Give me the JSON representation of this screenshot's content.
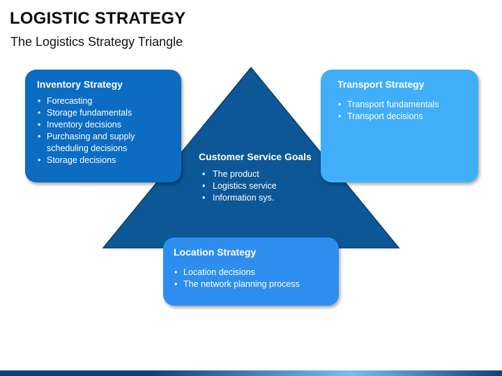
{
  "header": {
    "title": "LOGISTIC STRATEGY",
    "subtitle": "The Logistics Strategy Triangle"
  },
  "diagram": {
    "center": {
      "title": "Customer Service Goals",
      "items": [
        "The product",
        "Logistics service",
        "Information sys."
      ]
    },
    "inventory": {
      "title": "Inventory Strategy",
      "items": [
        "Forecasting",
        "Storage fundamentals",
        "Inventory decisions",
        "Purchasing and supply scheduling decisions",
        "Storage decisions"
      ]
    },
    "transport": {
      "title": "Transport Strategy",
      "items": [
        "Transport fundamentals",
        "Transport decisions"
      ]
    },
    "location": {
      "title": "Location Strategy",
      "items": [
        "Location decisions",
        "The network planning process"
      ]
    }
  },
  "colors": {
    "triangle": "#0d5797",
    "triangle_stroke": "#083f6e",
    "inventory_box": "#0b6cc2",
    "transport_box": "#41aef9",
    "location_box": "#2e8ef0",
    "footer_dark": "#0f3f7a",
    "footer_light": "#6fc0ff"
  },
  "icons": {
    "bullet": "•"
  }
}
